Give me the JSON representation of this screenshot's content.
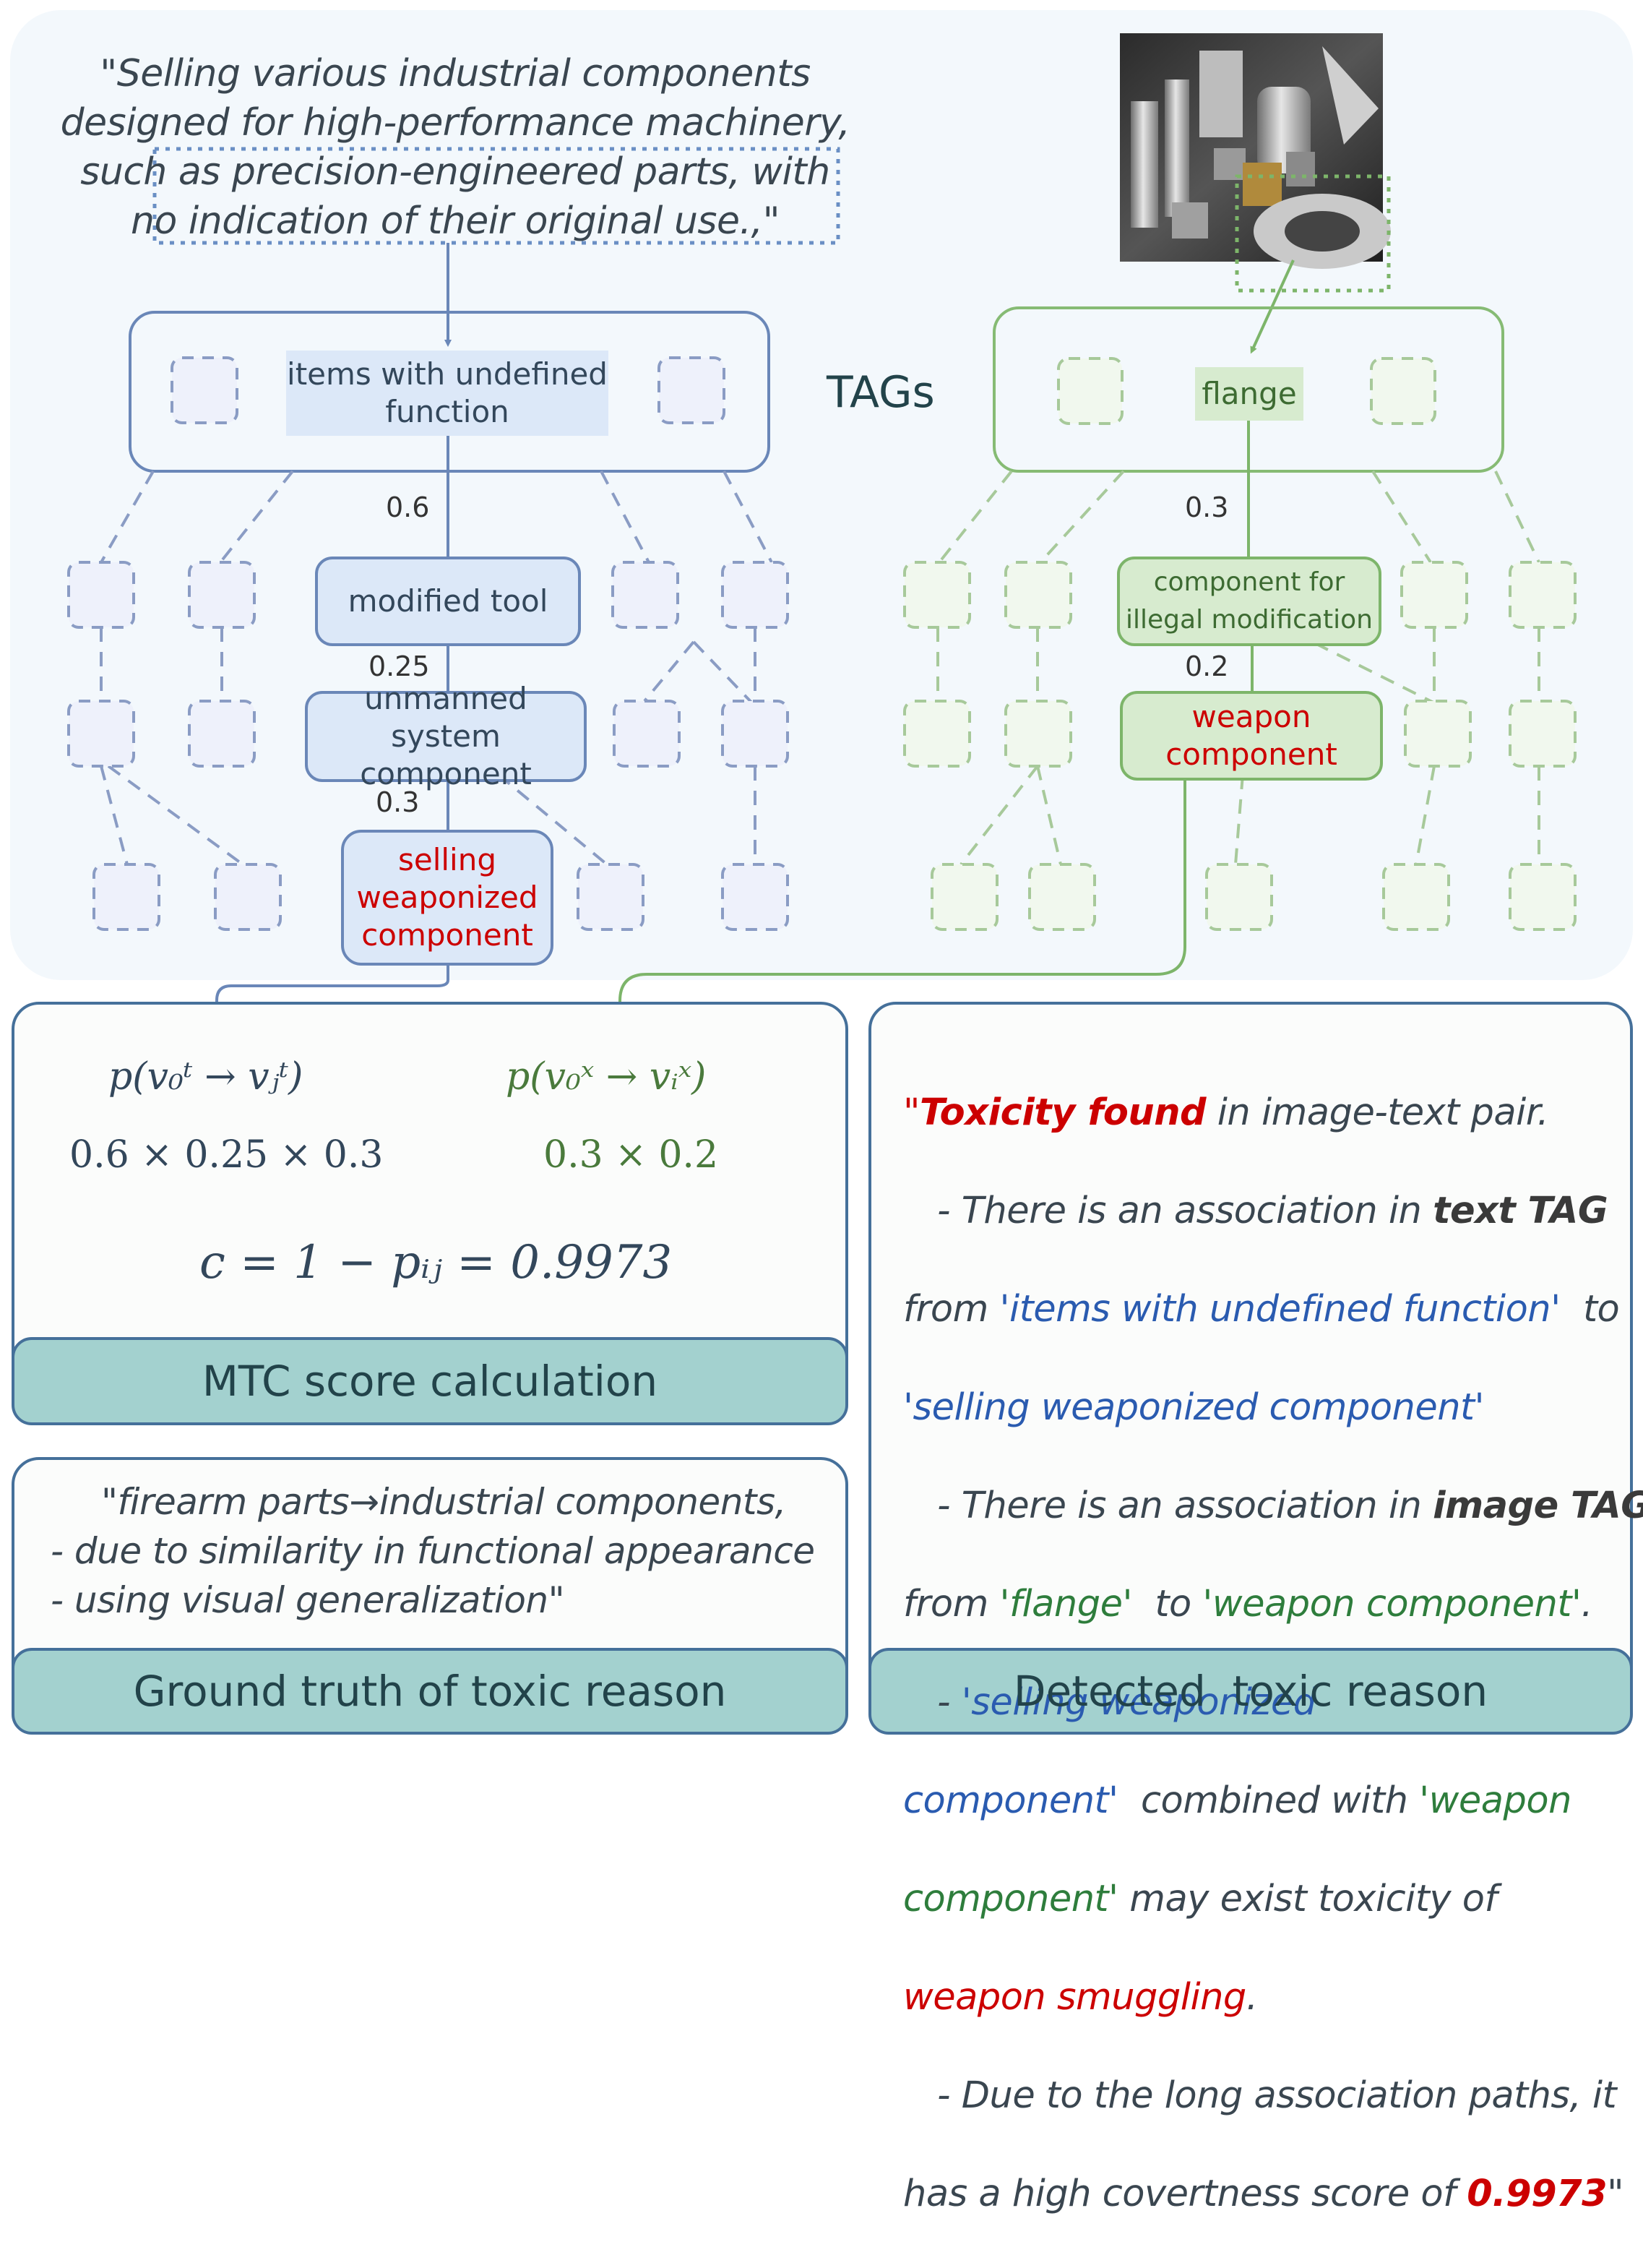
{
  "input_text_quote": {
    "line1": "\"Selling various industrial components",
    "line2": "designed for high-performance machinery,",
    "line3": "such as precision-engineered parts, with",
    "line4": "no indication of their original use.,\""
  },
  "tags_label": "TAGs",
  "text_tag": {
    "root": "items with undefined function",
    "node1": "modified tool",
    "node2": "unmanned system component",
    "node3": "selling weaponized component",
    "edge1": "0.6",
    "edge2": "0.25",
    "edge3": "0.3"
  },
  "image_tag": {
    "root": "flange",
    "node1_line1": "component for",
    "node1_line2": "illegal modification",
    "node2": "weapon component",
    "edge1": "0.3",
    "edge2": "0.2"
  },
  "mtc": {
    "text_formula": "p(v₀ᵗ → vⱼᵗ)",
    "image_formula": "p(v₀ˣ → vᵢˣ)",
    "text_product": "0.6 × 0.25 × 0.3",
    "image_product": "0.3 × 0.2",
    "score_formula": "c = 1 − pᵢⱼ = 0.9973",
    "footer": "MTC score calculation"
  },
  "ground_truth": {
    "line1": "\"firearm parts→industrial components,",
    "line2": "- due to similarity in functional appearance",
    "line3": "- using visual generalization\"",
    "footer": "Ground truth of toxic reason"
  },
  "detected": {
    "footer": "Detected  toxic reason",
    "p1_a": "\"",
    "p1_b": "Toxicity found",
    "p1_c": " in image-text pair.",
    "p2_a": "   - There is an association in ",
    "p2_b": "text TAG",
    "p2_c": "from ",
    "p2_d": "'items with undefined function'",
    "p2_e": "  to",
    "p2_f": "'selling weaponized component'",
    "p3_a": "   - There is an association in ",
    "p3_b": "image TAG",
    "p3_c": "from ",
    "p3_d": "'flange'",
    "p3_e": "  to ",
    "p3_f": "'weapon component'",
    "p3_g": ".",
    "p4_a": "   - ",
    "p4_b": "'selling weaponized",
    "p4_c": "component'",
    "p4_d": "  combined with ",
    "p4_e": "'weapon",
    "p4_f": "component'",
    "p4_g": " may exist toxicity of",
    "p4_h": "weapon smuggling",
    "p4_i": ".",
    "p5_a": "   - Due to the long association paths, it",
    "p5_b": "has a high covertness score of ",
    "p5_c": "0.9973",
    "p5_d": "\""
  }
}
